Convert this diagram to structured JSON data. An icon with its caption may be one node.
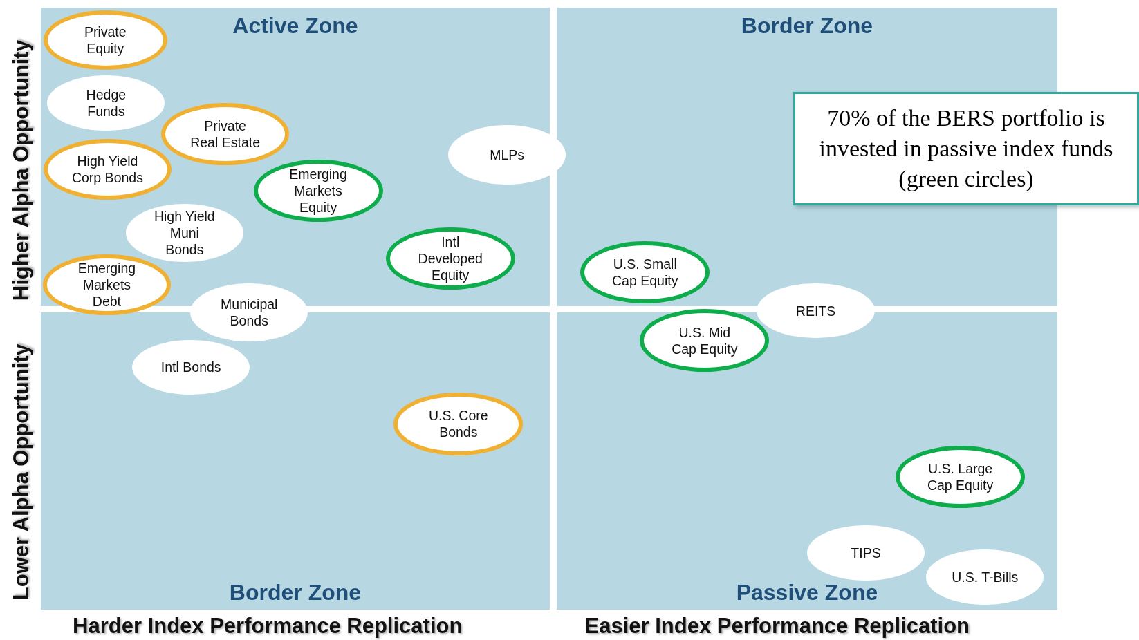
{
  "diagram": {
    "nodes": [
      {
        "text": [
          "Active Zone"
        ]
      },
      {
        "text": [
          "Border Zone"
        ]
      },
      {
        "text": [
          "Border Zone"
        ]
      },
      {
        "text": [
          "Passive Zone"
        ]
      },
      {
        "text": [
          "Private Equity"
        ],
        "in": 0
      },
      {
        "text": [
          "Hedge Funds"
        ],
        "in": 0
      },
      {
        "text": [
          "Private Real Estate"
        ],
        "in": 0
      },
      {
        "text": [
          "High Yield Corp Bonds"
        ],
        "in": 0
      },
      {
        "text": [
          "Emerging Markets Equity"
        ],
        "in": 0
      },
      {
        "text": [
          "MLPs"
        ]
      },
      {
        "text": [
          "High Yield Muni Bonds"
        ],
        "in": 0
      },
      {
        "text": [
          "Intl Developed Equity"
        ],
        "in": 0
      },
      {
        "text": [
          "Emerging Markets Debt"
        ]
      },
      {
        "text": [
          "Municipal Bonds"
        ]
      },
      {
        "text": [
          "Intl Bonds"
        ],
        "in": 2
      },
      {
        "text": [
          "U.S. Core Bonds"
        ],
        "in": 2
      },
      {
        "text": [
          "U.S. Small Cap Equity"
        ],
        "in": 1
      },
      {
        "text": [
          "REITS"
        ]
      },
      {
        "text": [
          "U.S. Mid Cap Equity"
        ],
        "in": 3
      },
      {
        "text": [
          "U.S. Large Cap Equity"
        ],
        "in": 3
      },
      {
        "text": [
          "TIPS"
        ],
        "in": 3
      },
      {
        "text": [
          "U.S. T-Bills"
        ],
        "in": 3
      },
      {
        "text": [
          "70% of the BERS portfolio is invested in passive index funds (green circles)"
        ]
      }
    ],
    "edges": [],
    "labels": [
      "Higher Alpha Opportunity",
      "Lower Alpha Opportunity",
      "Harder Index Performance Replication",
      "Easier Index Performance Replication"
    ]
  }
}
